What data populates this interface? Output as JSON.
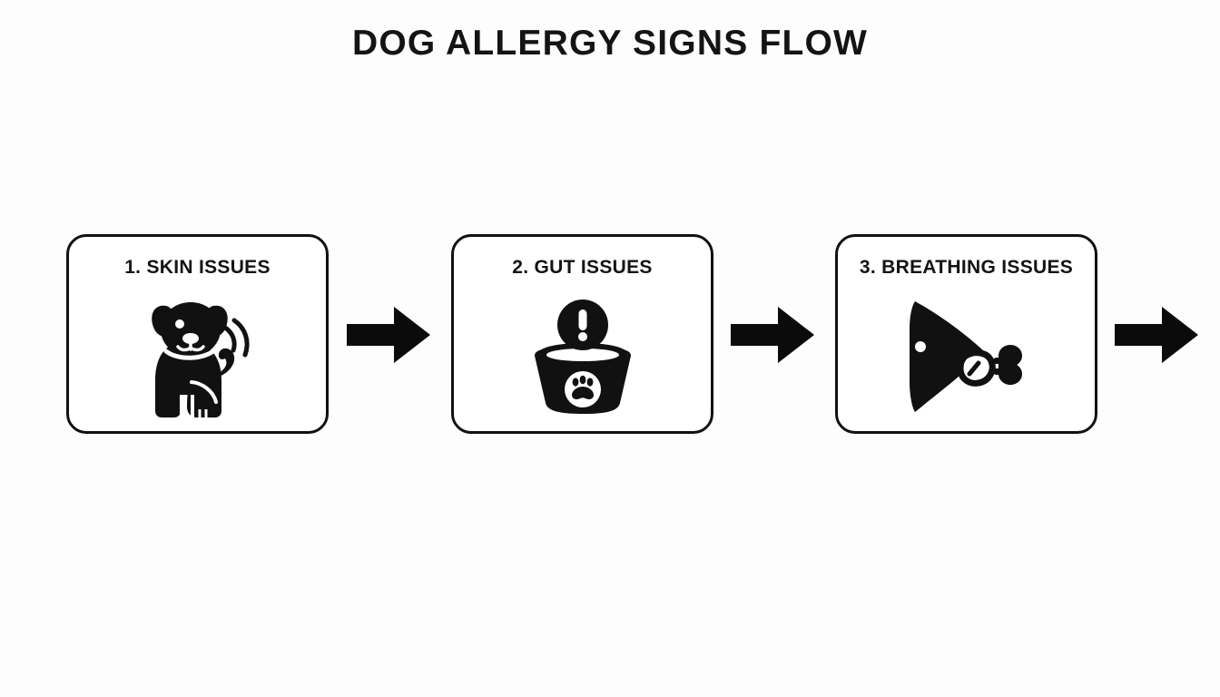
{
  "page": {
    "title": "DOG ALLERGY SIGNS FLOW",
    "background_color": "#fdfdfd",
    "ink_color": "#111111"
  },
  "flow": {
    "nodes": [
      {
        "label": "1. SKIN ISSUES",
        "icon": "dog-scratching-icon",
        "number": "1",
        "name": "SKIN ISSUES"
      },
      {
        "label": "2. GUT ISSUES",
        "icon": "dog-food-bowl-alert-icon",
        "number": "2",
        "name": "GUT ISSUES"
      },
      {
        "label": "3. BREATHING ISSUES",
        "icon": "dog-sneezing-head-icon",
        "number": "3",
        "name": "BREATHING ISSUES"
      }
    ],
    "connectors": [
      {
        "icon": "arrow-right-icon",
        "from": "1. SKIN ISSUES",
        "to": "2. GUT ISSUES"
      },
      {
        "icon": "arrow-right-icon",
        "from": "2. GUT ISSUES",
        "to": "3. BREATHING ISSUES"
      },
      {
        "icon": "arrow-right-icon",
        "from": "3. BREATHING ISSUES",
        "to": ""
      }
    ]
  }
}
